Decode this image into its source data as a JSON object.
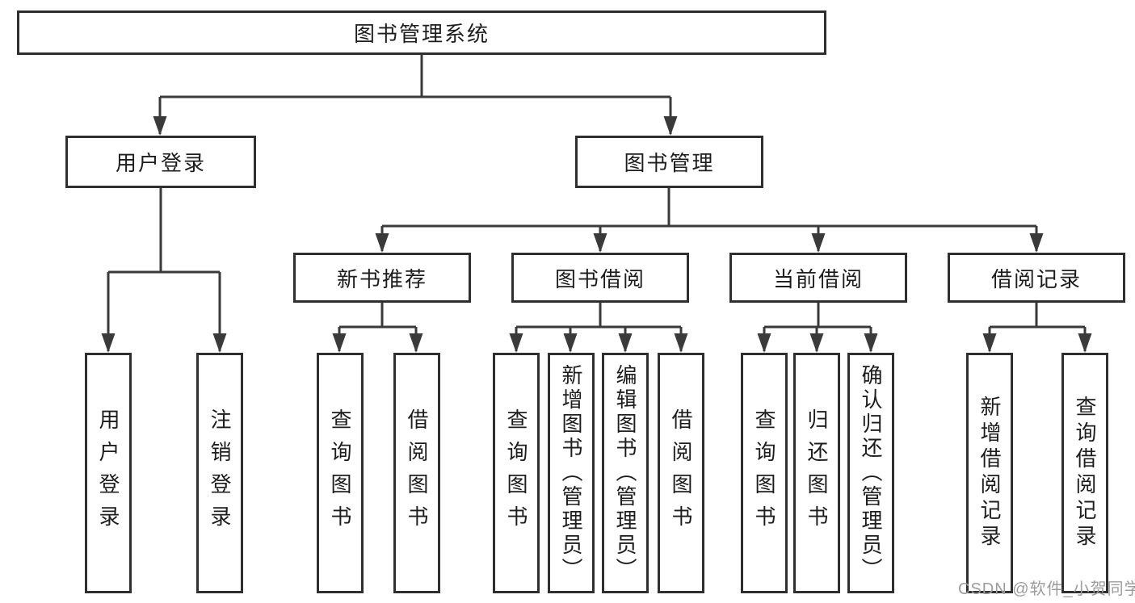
{
  "colors": {
    "line": "#3a3a3a",
    "border": "#2f2f2f",
    "text": "#1d1d1d",
    "watermark": "#9c9c9c",
    "background": "#ffffff"
  },
  "root": {
    "label": "图书管理系统"
  },
  "level2": [
    {
      "label": "用户登录"
    },
    {
      "label": "图书管理"
    }
  ],
  "level3": [
    {
      "label": "新书推荐",
      "parent": "图书管理"
    },
    {
      "label": "图书借阅",
      "parent": "图书管理"
    },
    {
      "label": "当前借阅",
      "parent": "图书管理"
    },
    {
      "label": "借阅记录",
      "parent": "图书管理"
    }
  ],
  "leaves": [
    {
      "label": "用户登录",
      "parent": "用户登录"
    },
    {
      "label": "注销登录",
      "parent": "用户登录"
    },
    {
      "label": "查询图书",
      "parent": "新书推荐"
    },
    {
      "label": "借阅图书",
      "parent": "新书推荐"
    },
    {
      "label": "查询图书",
      "parent": "图书借阅"
    },
    {
      "label": "新增图书（管理员）",
      "parent": "图书借阅"
    },
    {
      "label": "编辑图书（管理员）",
      "parent": "图书借阅"
    },
    {
      "label": "借阅图书",
      "parent": "图书借阅"
    },
    {
      "label": "查询图书",
      "parent": "当前借阅"
    },
    {
      "label": "归还图书",
      "parent": "当前借阅"
    },
    {
      "label": "确认归还（管理员）",
      "parent": "当前借阅"
    },
    {
      "label": "新增借阅记录",
      "parent": "借阅记录"
    },
    {
      "label": "查询借阅记录",
      "parent": "借阅记录"
    }
  ],
  "watermark": {
    "text": "CSDN @软件_小贺同学"
  }
}
